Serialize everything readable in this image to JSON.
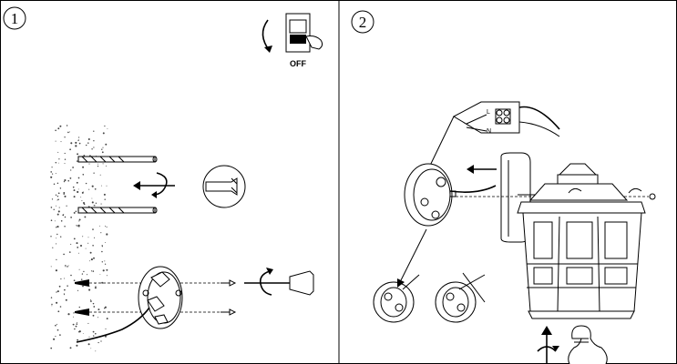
{
  "steps": [
    {
      "number": "1"
    },
    {
      "number": "2"
    }
  ],
  "switch_label": "OFF",
  "terminal_labels": {
    "live": "L",
    "neutral": "N"
  }
}
